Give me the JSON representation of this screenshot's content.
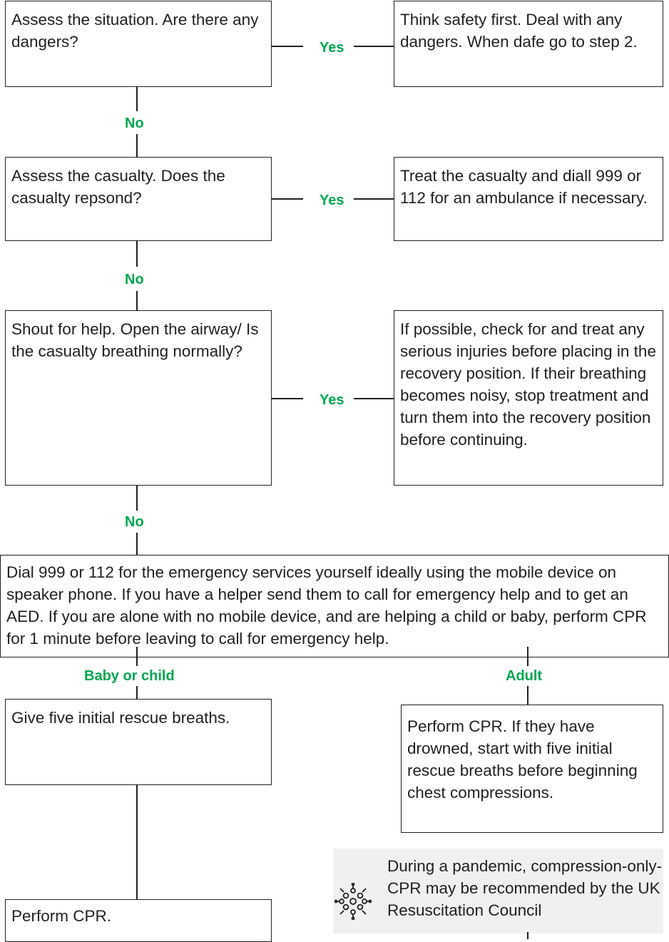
{
  "boxes": {
    "q_dangers": "Assess the situation. Are there any dangers?",
    "a_dangers": "Think safety first. Deal with any dangers. When dafe go to step 2.",
    "q_respond": "Assess the casualty. Does the casualty repsond?",
    "a_respond": "Treat the casualty and diall 999 or 112 for an ambulance if necessary.",
    "q_breathing": "Shout for help. Open the airway/ Is the casualty breathing normally?",
    "a_breathing": "If possible, check for and treat any serious injuries before placing in the recovery position. If their breathing becomes noisy, stop treatment and turn them into the recovery position before continuing.",
    "dial": "Dial 999 or 112 for the emergency services yourself ideally using the mobile device on speaker phone. If you have a helper send them to call for emergency help and to get an AED. If you are alone with no mobile device, and are helping a child or baby, perform CPR for 1 minute before leaving to call for emergency help.",
    "rescue_breaths": "Give five initial rescue breaths.",
    "adult_cpr": "Perform CPR. If they have drowned, start with five initial rescue breaths before beginning chest compressions.",
    "perform_cpr": "Perform CPR."
  },
  "labels": {
    "yes": "Yes",
    "no": "No",
    "baby_or_child": "Baby or child",
    "adult": "Adult"
  },
  "note": {
    "text": "During a pandemic, compression-only-CPR may be recommended by the UK Resuscitation Council",
    "icon": "virus-icon"
  },
  "colors": {
    "accent": "#00a651",
    "line": "#231f20",
    "note_bg": "#f0f0f0"
  }
}
